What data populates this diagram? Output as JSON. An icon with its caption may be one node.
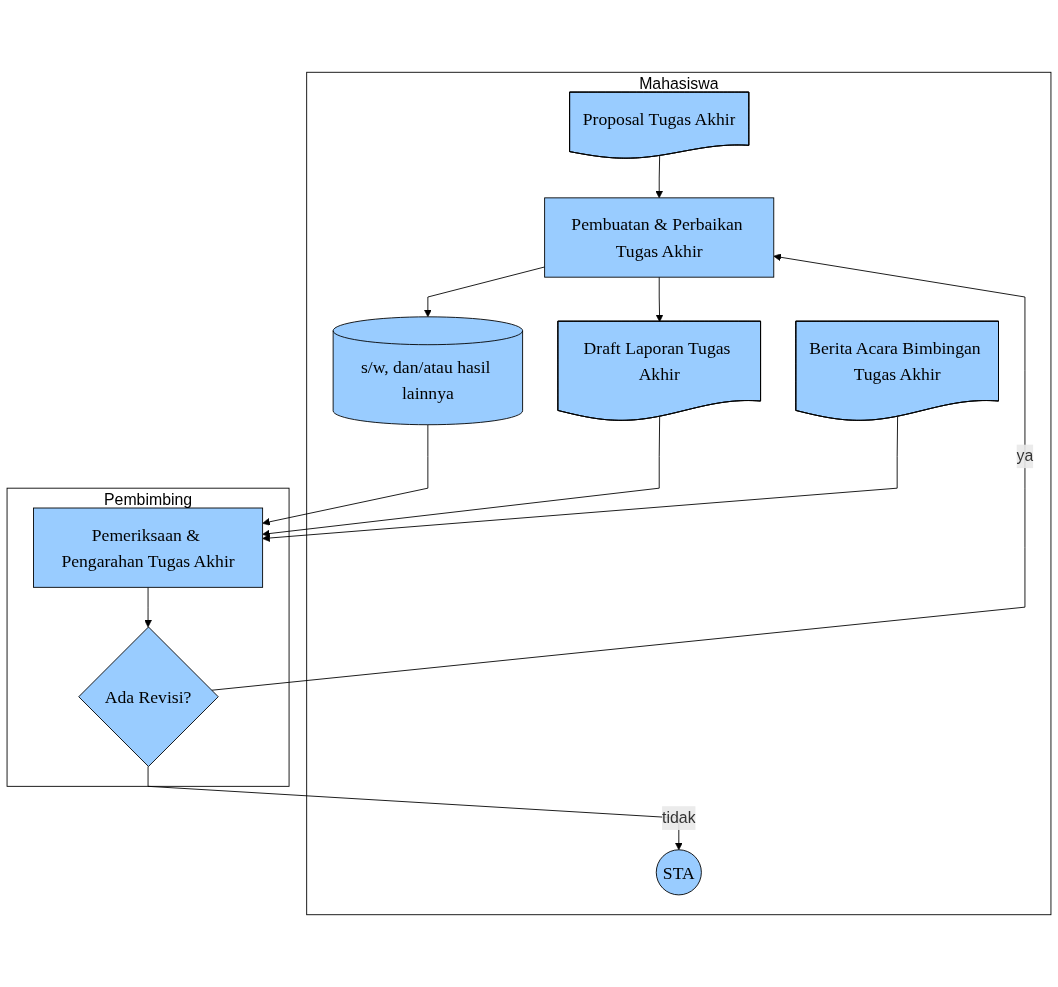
{
  "diagram": {
    "nodes": [
      {
        "text": [
          "Mahasiswa"
        ]
      },
      {
        "text": [
          "Proposal Tugas Akhir"
        ],
        "in": 0
      },
      {
        "text": [
          "Pembuatan & Perbaikan Tugas Akhir"
        ],
        "in": 0
      },
      {
        "text": [
          "Draft Laporan Tugas Akhir"
        ],
        "in": 0
      },
      {
        "text": [
          "s/w, dan/atau hasil lainnya"
        ],
        "in": 0
      },
      {
        "text": [
          "Berita Acara Bimbingan Tugas Akhir"
        ],
        "in": 0
      },
      {
        "text": [
          "STA"
        ],
        "in": 0
      },
      {
        "text": [
          "Pembimbing"
        ]
      },
      {
        "text": [
          "Pemeriksaan & Pengarahan Tugas Akhir"
        ],
        "in": 7
      },
      {
        "text": [
          "Ada Revisi?"
        ],
        "in": 7
      }
    ],
    "edges": [
      {
        "from": 1,
        "to": 2,
        "arrow": "to"
      },
      {
        "from": 2,
        "to": 3,
        "arrow": "to"
      },
      {
        "from": 2,
        "to": 4,
        "arrow": "to"
      },
      {
        "from": 4,
        "to": 8,
        "arrow": "to"
      },
      {
        "from": 3,
        "to": 8,
        "arrow": "to"
      },
      {
        "from": 5,
        "to": 8,
        "arrow": "to"
      },
      {
        "from": 8,
        "to": 9,
        "arrow": "to"
      },
      {
        "from": 9,
        "to": 2,
        "label": "ya",
        "arrow": "to"
      },
      {
        "from": 9,
        "to": 6,
        "label": "tidak",
        "arrow": "to"
      }
    ]
  }
}
